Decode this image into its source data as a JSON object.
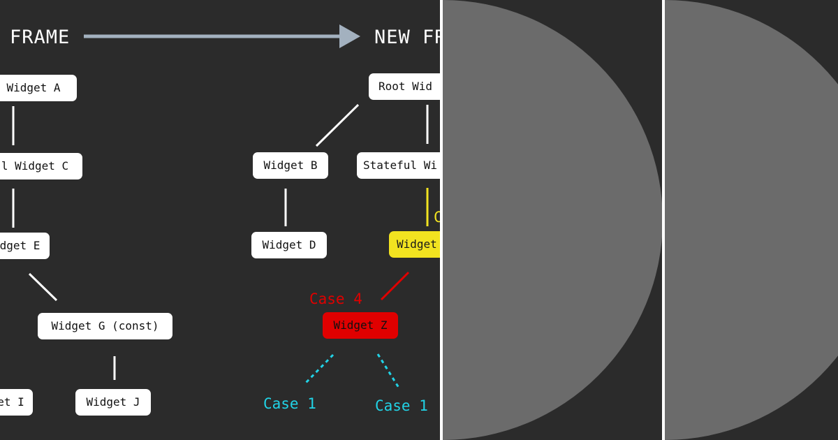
{
  "headers": {
    "prev": "FRAME",
    "next": "NEW FR"
  },
  "left_tree": {
    "widget_a": "Widget A",
    "stateful_c": "l Widget C",
    "widget_e": "dget E",
    "widget_g": "Widget G (const)",
    "widget_i": "et I",
    "widget_j": "Widget J"
  },
  "right_tree": {
    "root": "Root Wid",
    "widget_b": "Widget B",
    "stateful": "Stateful Wi",
    "widget_d": "Widget D",
    "widget_y": "Widget",
    "case_cut": "C",
    "case4": "Case 4",
    "widget_z": "Widget Z",
    "case1_left": "Case 1",
    "case1_right": "Case 1"
  },
  "colors": {
    "background": "#2b2b2b",
    "arrow": "#a3b1bf",
    "edge": "#ffffff",
    "highlight": "#f2e320",
    "alert": "#e00000",
    "cyan": "#21d3e6",
    "panel_shape": "#6b6b6b",
    "divider": "#ffffff"
  }
}
